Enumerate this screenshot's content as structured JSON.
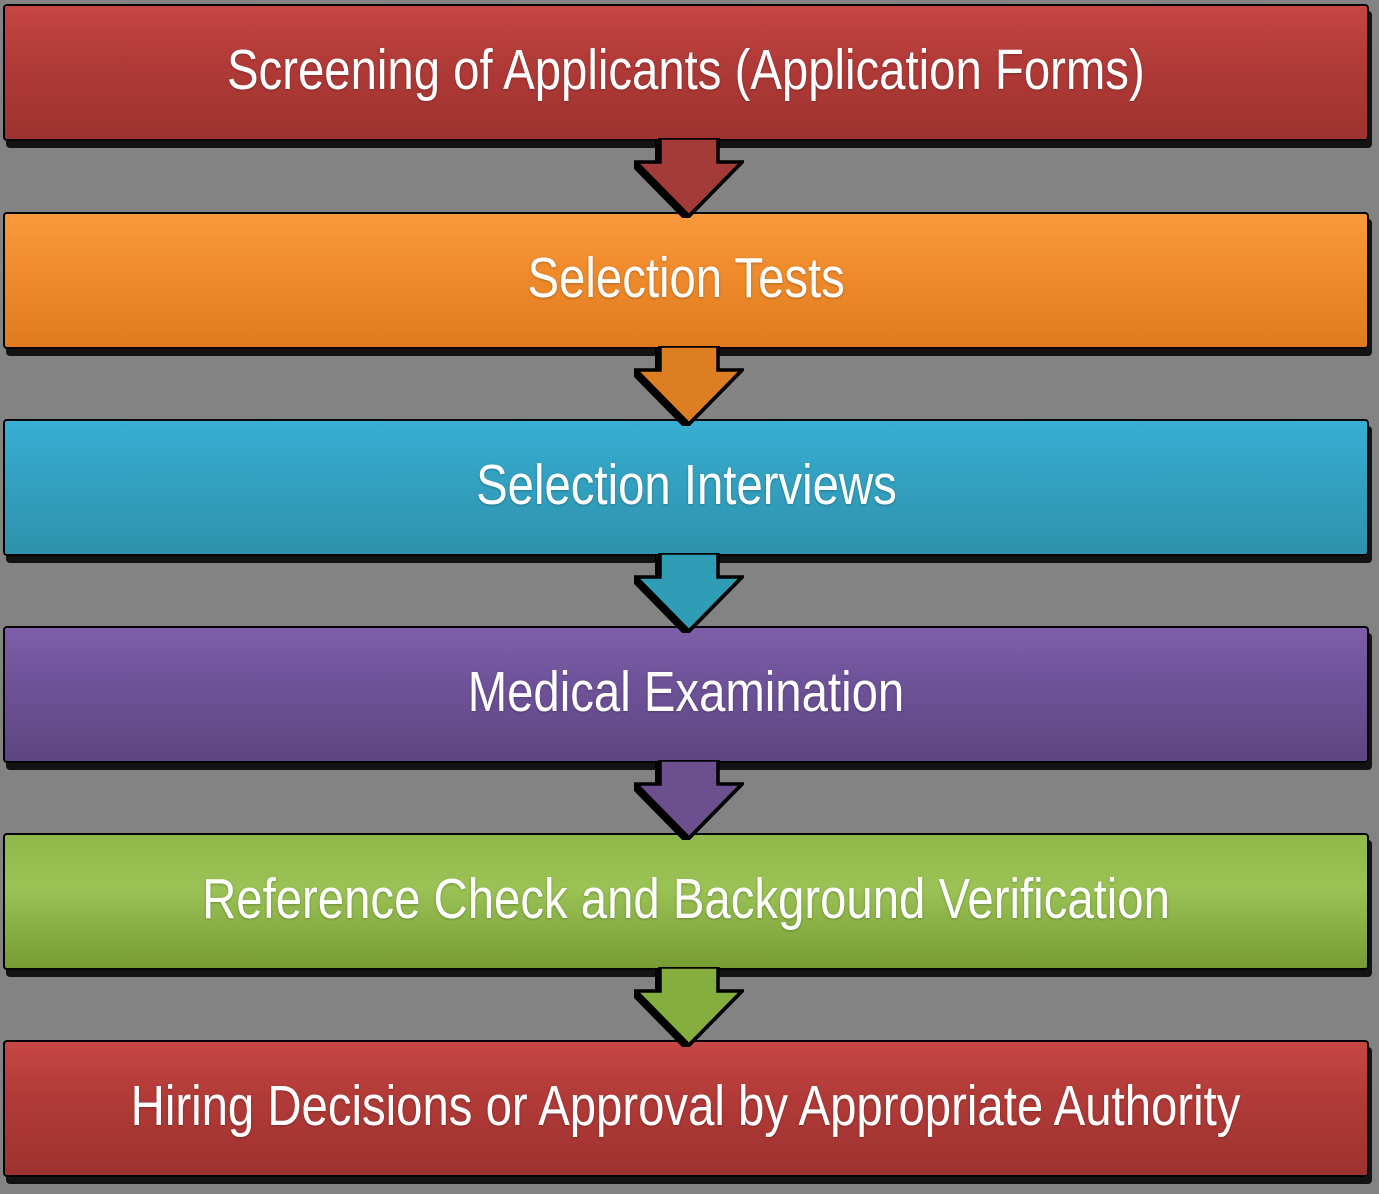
{
  "flowchart": {
    "background_color": "#838383",
    "text_color": "#ffffff",
    "steps": [
      {
        "label": "Screening of Applicants (Application Forms)",
        "color_top": "#C64642",
        "color_mid": "#B23B38",
        "color_bottom": "#9E3230",
        "arrow_color": "#A33C39"
      },
      {
        "label": "Selection Tests",
        "color_top": "#F9993B",
        "color_mid": "#F08C2D",
        "color_bottom": "#E07C1F",
        "arrow_color": "#DD7E22"
      },
      {
        "label": "Selection Interviews",
        "color_top": "#38AFD4",
        "color_mid": "#33A2C2",
        "color_bottom": "#2E93AC",
        "arrow_color": "#2F9DB6"
      },
      {
        "label": "Medical Examination",
        "color_top": "#7E5EA8",
        "color_mid": "#6F539A",
        "color_bottom": "#5D4680",
        "arrow_color": "#6B4F8F"
      },
      {
        "label": "Reference Check and Background Verification",
        "color_top": "#8FB84A",
        "color_mid": "#9AC255",
        "color_bottom": "#769C33",
        "arrow_color": "#85AE3F"
      },
      {
        "label": "Hiring Decisions or Approval by Appropriate Authority",
        "color_top": "#C64642",
        "color_mid": "#B23B38",
        "color_bottom": "#9E3230",
        "arrow_color": null
      }
    ]
  }
}
